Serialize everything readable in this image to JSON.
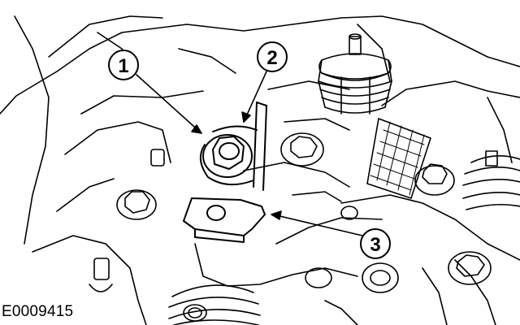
{
  "figure": {
    "reference_code": "E0009415",
    "callouts": [
      {
        "id": "1",
        "label": "1"
      },
      {
        "id": "2",
        "label": "2"
      },
      {
        "id": "3",
        "label": "3"
      }
    ]
  }
}
